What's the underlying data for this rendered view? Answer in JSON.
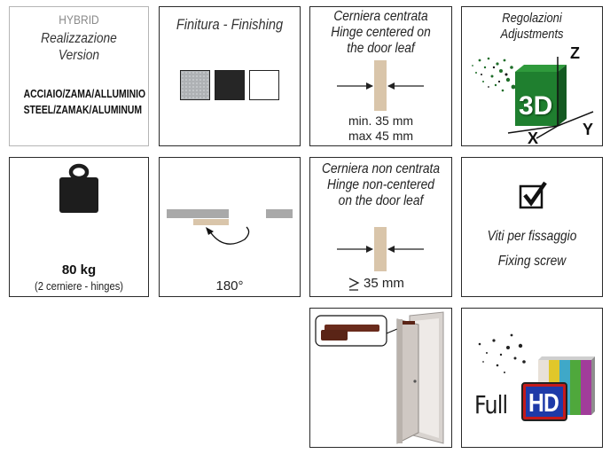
{
  "version_box": {
    "brand": "HYBRID",
    "title_it": "Realizzazione",
    "title_en": "Version",
    "material_it": "ACCIAIO/ZAMA/ALLUMINIO",
    "material_en": "STEEL/ZAMAK/ALUMINUM"
  },
  "finishing_box": {
    "title": "Finitura - Finishing",
    "swatches": [
      "#b0b3b6",
      "#262626",
      "#ffffff"
    ]
  },
  "hinge_centered_box": {
    "line1": "Cerniera centrata",
    "line2": "Hinge centered on",
    "line3": "the door leaf",
    "min": "min. 35 mm",
    "max": "max 45 mm"
  },
  "adjustments_box": {
    "line1": "Regolazioni",
    "line2": "Adjustments",
    "badge": "3D",
    "axis_x": "X",
    "axis_y": "Y",
    "axis_z": "Z"
  },
  "weight_box": {
    "value": "80 kg",
    "note": "(2 cerniere - hinges)"
  },
  "opening_box": {
    "angle": "180°"
  },
  "hinge_noncentered_box": {
    "line1": "Cerniera non centrata",
    "line2": "Hinge non-centered",
    "line3": "on the door leaf",
    "value": "35 mm"
  },
  "screws_box": {
    "line1": "Viti per fissaggio",
    "line2": "Fixing screw"
  },
  "fullhd_box": {
    "word": "Full",
    "badge": "HD"
  },
  "colors": {
    "wood": "#d9c5aa",
    "frame": "#2a2a2a",
    "green": "#1f7a2e"
  }
}
